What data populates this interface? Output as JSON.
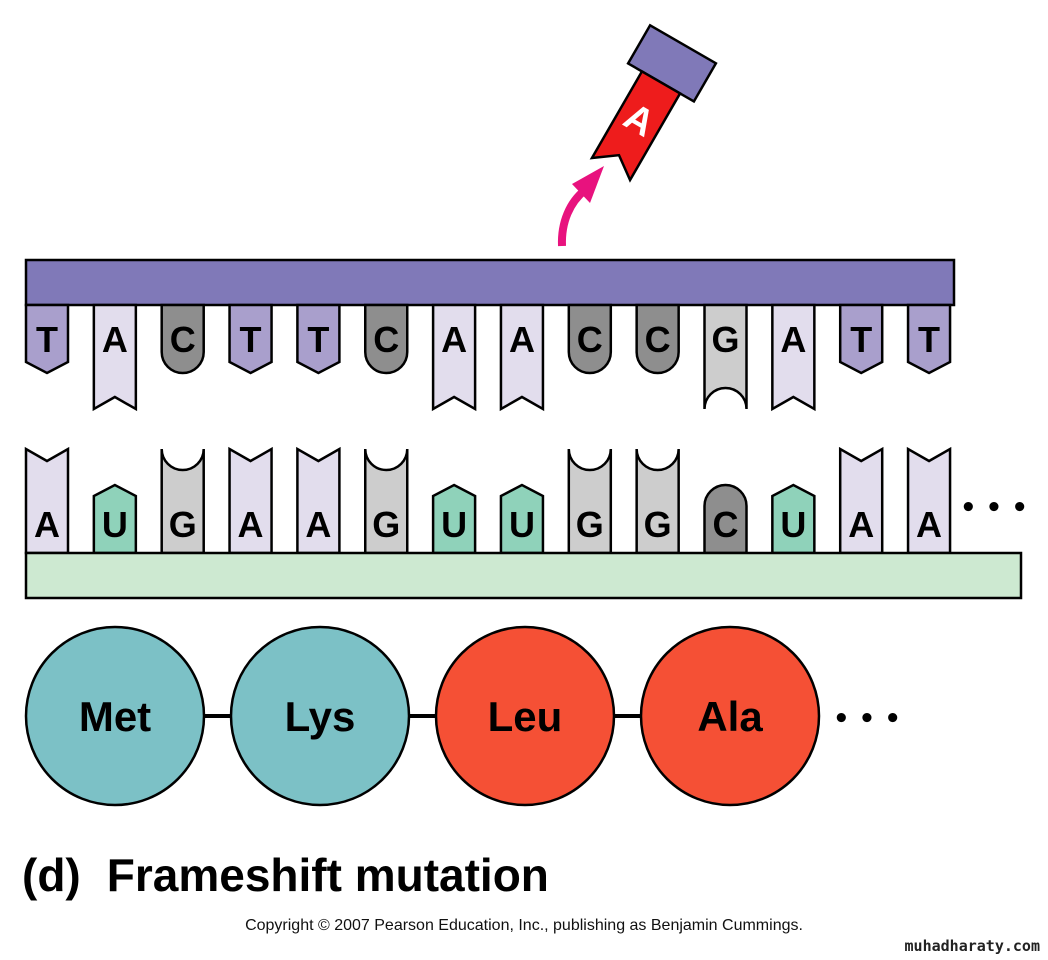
{
  "colors": {
    "dna_backbone": "#8079b8",
    "mrna_backbone": "#cde9d1",
    "purple_base": "#a99fcc",
    "lavender_base": "#e2dded",
    "dark_gray_base": "#8e8e8e",
    "light_gray_base": "#cdcdcd",
    "green_base": "#8fd2ba",
    "teal_amino": "#7cc1c6",
    "red_amino": "#f55035",
    "inserted_base": "#ee1c1c",
    "arrow": "#e8127e"
  },
  "inserted_nucleotide": {
    "letter": "A"
  },
  "dna_template": [
    {
      "letter": "T",
      "color": "purple",
      "shape": "notch-point"
    },
    {
      "letter": "A",
      "color": "lavender",
      "shape": "long-notch"
    },
    {
      "letter": "C",
      "color": "darkgray",
      "shape": "round"
    },
    {
      "letter": "T",
      "color": "purple",
      "shape": "notch-point"
    },
    {
      "letter": "T",
      "color": "purple",
      "shape": "notch-point"
    },
    {
      "letter": "C",
      "color": "darkgray",
      "shape": "round"
    },
    {
      "letter": "A",
      "color": "lavender",
      "shape": "long-notch"
    },
    {
      "letter": "A",
      "color": "lavender",
      "shape": "long-notch"
    },
    {
      "letter": "C",
      "color": "darkgray",
      "shape": "round"
    },
    {
      "letter": "C",
      "color": "darkgray",
      "shape": "round"
    },
    {
      "letter": "G",
      "color": "lightgray",
      "shape": "long-arch"
    },
    {
      "letter": "A",
      "color": "lavender",
      "shape": "long-notch"
    },
    {
      "letter": "T",
      "color": "purple",
      "shape": "notch-point"
    },
    {
      "letter": "T",
      "color": "purple",
      "shape": "notch-point"
    }
  ],
  "mrna": [
    {
      "letter": "A",
      "color": "lavender",
      "shape": "tall-vnotch"
    },
    {
      "letter": "U",
      "color": "green",
      "shape": "short-point"
    },
    {
      "letter": "G",
      "color": "lightgray",
      "shape": "tall-arch"
    },
    {
      "letter": "A",
      "color": "lavender",
      "shape": "tall-vnotch"
    },
    {
      "letter": "A",
      "color": "lavender",
      "shape": "tall-vnotch"
    },
    {
      "letter": "G",
      "color": "lightgray",
      "shape": "tall-arch"
    },
    {
      "letter": "U",
      "color": "green",
      "shape": "short-point"
    },
    {
      "letter": "U",
      "color": "green",
      "shape": "short-point"
    },
    {
      "letter": "G",
      "color": "lightgray",
      "shape": "tall-arch"
    },
    {
      "letter": "G",
      "color": "lightgray",
      "shape": "tall-arch"
    },
    {
      "letter": "C",
      "color": "darkgray",
      "shape": "short-round"
    },
    {
      "letter": "U",
      "color": "green",
      "shape": "short-point"
    },
    {
      "letter": "A",
      "color": "lavender",
      "shape": "tall-vnotch"
    },
    {
      "letter": "A",
      "color": "lavender",
      "shape": "tall-vnotch"
    }
  ],
  "mrna_continuation": "• • •",
  "polypeptide": [
    {
      "label": "Met",
      "color": "teal"
    },
    {
      "label": "Lys",
      "color": "teal"
    },
    {
      "label": "Leu",
      "color": "red"
    },
    {
      "label": "Ala",
      "color": "red"
    }
  ],
  "polypeptide_continuation": "• • •",
  "caption": {
    "tag": "(d)",
    "title": "Frameshift mutation"
  },
  "copyright": "Copyright © 2007 Pearson Education, Inc., publishing as Benjamin Cummings.",
  "watermark": "muhadharaty.com"
}
